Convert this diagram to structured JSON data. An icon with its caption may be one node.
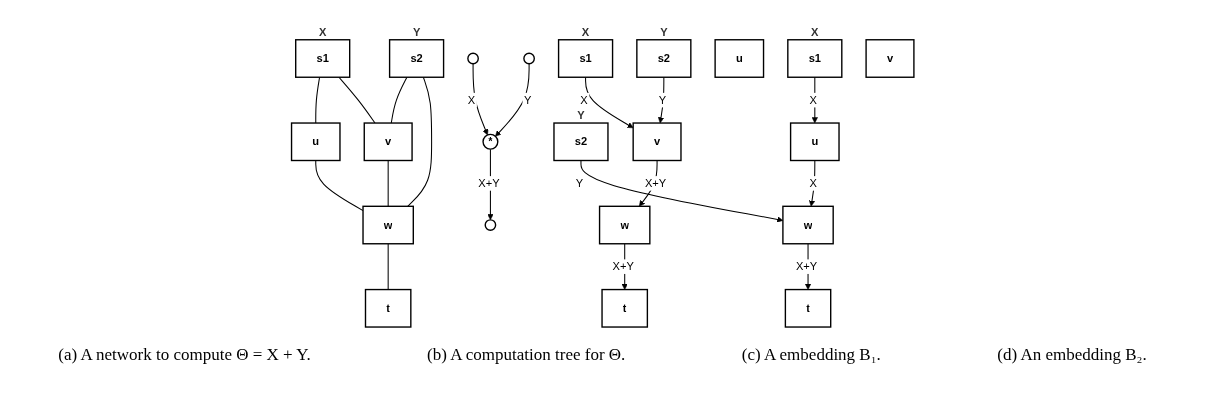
{
  "diagram": {
    "nodes": [
      {
        "text": [
          "s1"
        ],
        "beside": [
          "X"
        ]
      },
      {
        "text": [
          "s2"
        ],
        "beside": [
          "Y"
        ]
      },
      {
        "text": [
          "u"
        ]
      },
      {
        "text": [
          "v"
        ]
      },
      {
        "text": [
          "w"
        ]
      },
      {
        "text": [
          "t"
        ]
      },
      {
        "text": [],
        "shape": "circle"
      },
      {
        "text": [],
        "shape": "circle"
      },
      {
        "text": [
          "*"
        ]
      },
      {
        "text": [],
        "shape": "circle"
      },
      {
        "text": [
          "s1"
        ],
        "beside": [
          "X"
        ]
      },
      {
        "text": [
          "s2"
        ],
        "beside": [
          "Y"
        ]
      },
      {
        "text": [
          "u"
        ]
      },
      {
        "text": [
          "v"
        ]
      },
      {
        "text": [
          "w"
        ]
      },
      {
        "text": [
          "t"
        ]
      },
      {
        "text": [
          "s1"
        ],
        "beside": [
          "X"
        ]
      },
      {
        "text": [
          "s2"
        ],
        "beside": [
          "Y"
        ]
      },
      {
        "text": [
          "u"
        ]
      },
      {
        "text": [
          "v"
        ]
      },
      {
        "text": [
          "w"
        ]
      },
      {
        "text": [
          "t"
        ]
      }
    ],
    "edges": [
      {
        "from": 0,
        "to": 2,
        "arrow": "none"
      },
      {
        "from": 0,
        "to": 3,
        "arrow": "none"
      },
      {
        "from": 1,
        "to": 3,
        "arrow": "none"
      },
      {
        "from": 1,
        "to": 4,
        "arrow": "none"
      },
      {
        "from": 2,
        "to": 4,
        "arrow": "none"
      },
      {
        "from": 3,
        "to": 4,
        "arrow": "none"
      },
      {
        "from": 4,
        "to": 5,
        "arrow": "none"
      },
      {
        "from": 6,
        "to": 8,
        "arrow": "to",
        "label": "X"
      },
      {
        "from": 7,
        "to": 8,
        "arrow": "to",
        "label": "Y"
      },
      {
        "from": 8,
        "to": 9,
        "arrow": "to",
        "label": "X+Y"
      },
      {
        "from": 10,
        "to": 13,
        "arrow": "to",
        "label": "X"
      },
      {
        "from": 11,
        "to": 13,
        "arrow": "to",
        "label": "Y"
      },
      {
        "from": 13,
        "to": 14,
        "arrow": "to",
        "label": "X+Y"
      },
      {
        "from": 14,
        "to": 15,
        "arrow": "to",
        "label": "X+Y"
      },
      {
        "from": 16,
        "to": 18,
        "arrow": "to",
        "label": "X"
      },
      {
        "from": 17,
        "to": 20,
        "arrow": "to",
        "label": "Y"
      },
      {
        "from": 18,
        "to": 20,
        "arrow": "to",
        "label": "X"
      },
      {
        "from": 20,
        "to": 21,
        "arrow": "to",
        "label": "X+Y"
      }
    ],
    "labels": [
      "(a) A network to compute Θ = X + Y.",
      "(b) A computation tree for Θ.",
      "(c) A embedding B₁.",
      "(d) An embedding B₂."
    ]
  }
}
